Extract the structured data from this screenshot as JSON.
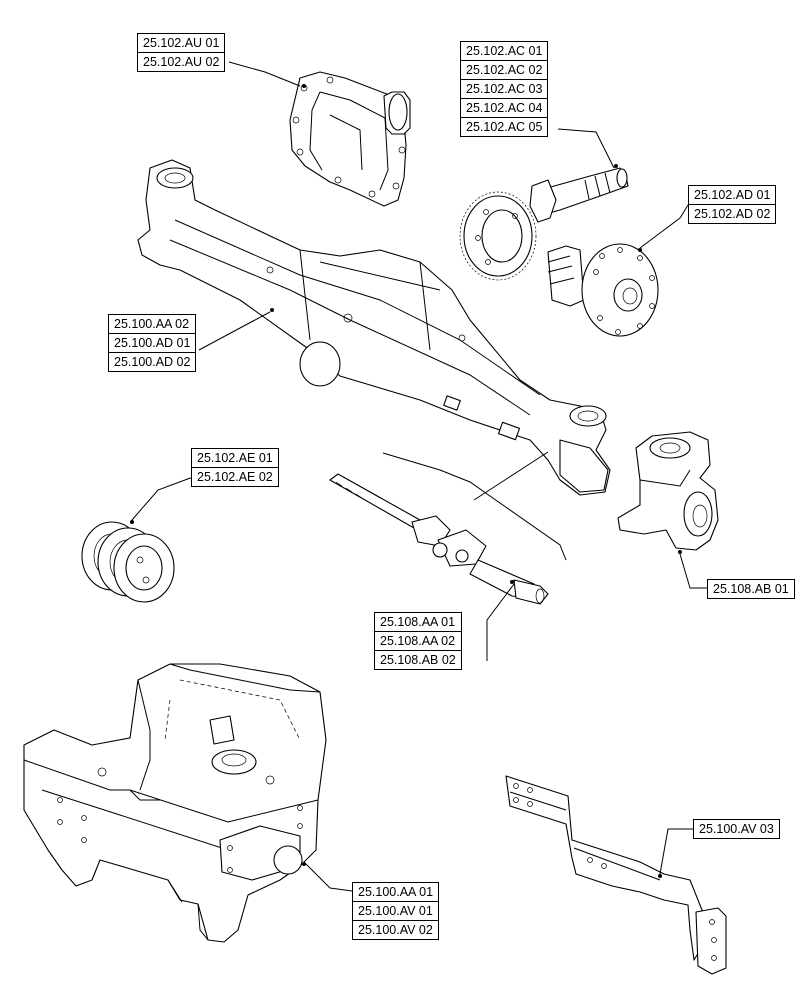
{
  "diagram": {
    "parts": [
      {
        "id": "rear-housing",
        "icon": "differential-housing-cover",
        "labels": [
          "25.102.AU 01",
          "25.102.AU 02"
        ]
      },
      {
        "id": "pinion-gear",
        "icon": "bevel-pinion-shaft",
        "labels": [
          "25.102.AC 01",
          "25.102.AC 02",
          "25.102.AC 03",
          "25.102.AC 04",
          "25.102.AC 05"
        ]
      },
      {
        "id": "differential",
        "icon": "differential-case",
        "labels": [
          "25.102.AD 01",
          "25.102.AD 02"
        ]
      },
      {
        "id": "axle-housing",
        "icon": "front-axle-housing",
        "labels": [
          "25.100.AA 02",
          "25.100.AD 01",
          "25.100.AD 02"
        ]
      },
      {
        "id": "clutch-discs",
        "icon": "friction-discs",
        "labels": [
          "25.102.AE 01",
          "25.102.AE 02"
        ]
      },
      {
        "id": "steering-knuckle",
        "icon": "steering-knuckle",
        "labels": [
          "25.108.AB 01"
        ]
      },
      {
        "id": "drive-shaft",
        "icon": "cardan-shaft",
        "labels": [
          "25.108.AA 01",
          "25.108.AA 02",
          "25.108.AB 02"
        ]
      },
      {
        "id": "axle-support",
        "icon": "axle-support-frame",
        "labels": [
          "25.100.AA 01",
          "25.100.AV 01",
          "25.100.AV 02"
        ]
      },
      {
        "id": "bracket",
        "icon": "mounting-bracket",
        "labels": [
          "25.100.AV 03"
        ]
      }
    ]
  }
}
